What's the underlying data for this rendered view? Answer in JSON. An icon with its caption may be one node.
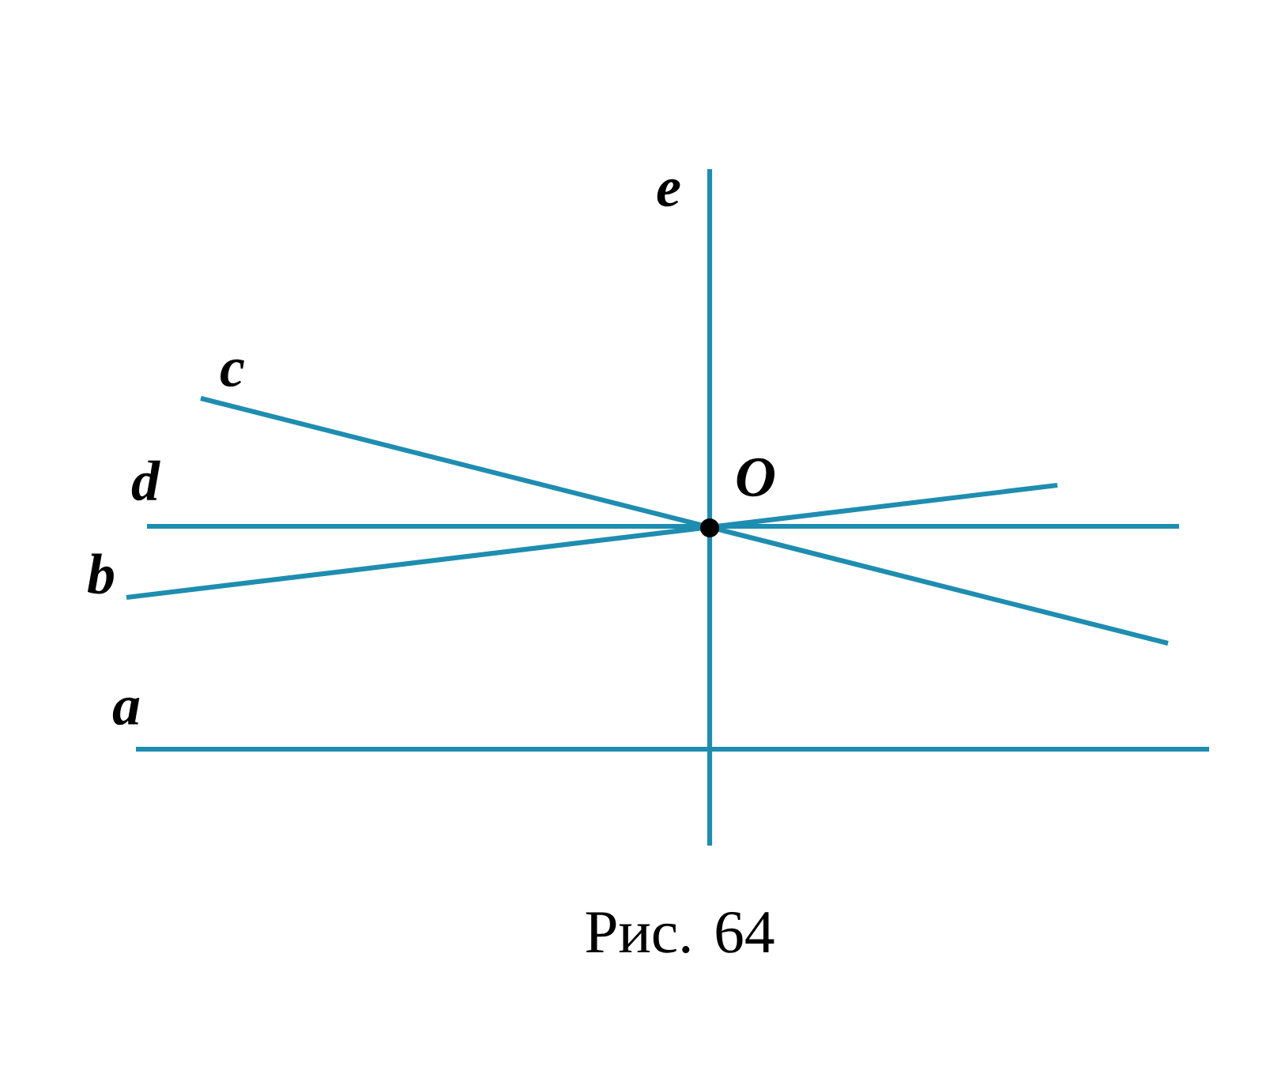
{
  "diagram": {
    "caption": "Рис. 64",
    "labels": [
      "e",
      "c",
      "d",
      "O",
      "b",
      "a"
    ]
  }
}
